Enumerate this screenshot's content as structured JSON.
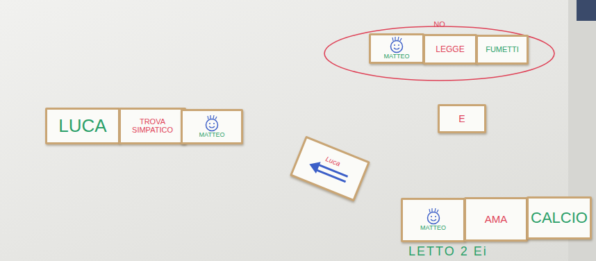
{
  "diagram": {
    "nodes": [
      {
        "text": [
          "NO"
        ]
      },
      {
        "text": [
          "MATTEO"
        ],
        "in": 0
      },
      {
        "text": [
          "LEGGE"
        ],
        "in": 0
      },
      {
        "text": [
          "FUMETTI"
        ],
        "in": 0
      },
      {
        "text": [
          "LUCA"
        ]
      },
      {
        "text": [
          "TROVA SIMPATICO"
        ]
      },
      {
        "text": [
          "MATTEO"
        ]
      },
      {
        "text": [
          "E"
        ]
      },
      {
        "text": [
          "Luca"
        ]
      },
      {
        "text": [
          "MATTEO"
        ]
      },
      {
        "text": [
          "AMA"
        ]
      },
      {
        "text": [
          "CALCIO"
        ]
      }
    ],
    "labels": [
      "LETTO 2 Ei"
    ]
  }
}
